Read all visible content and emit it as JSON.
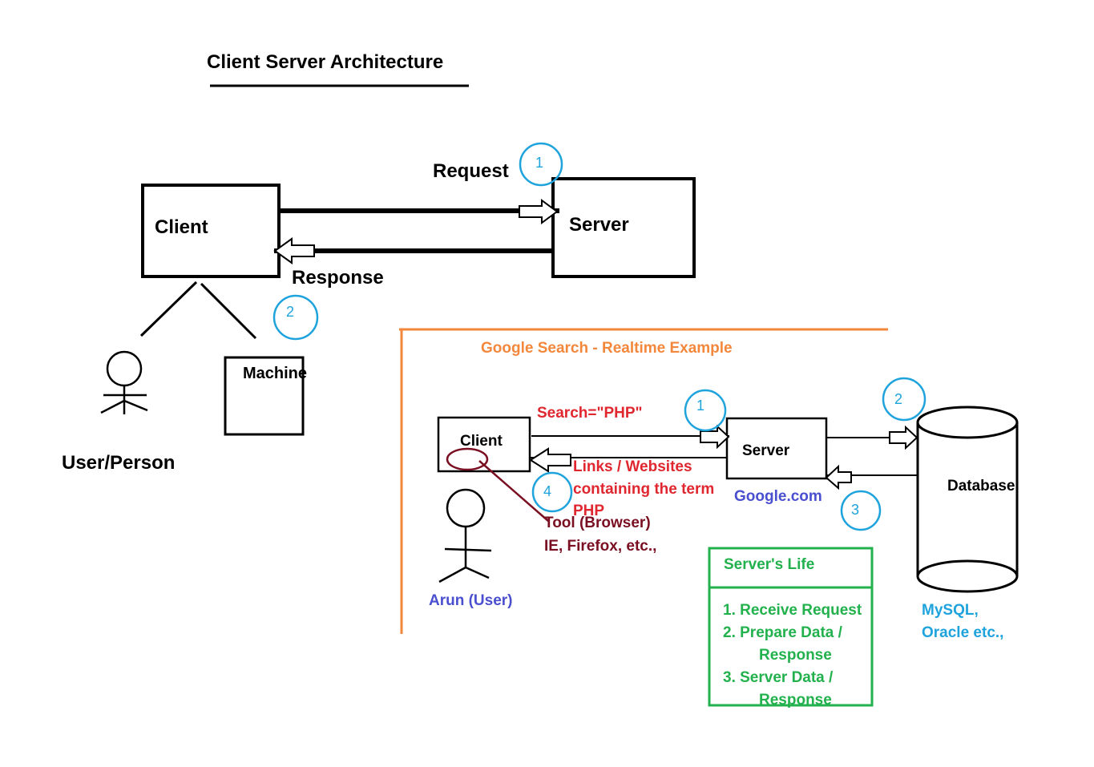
{
  "title": "Client Server Architecture",
  "top": {
    "client": "Client",
    "server": "Server",
    "request": "Request",
    "response": "Response",
    "step1": "1",
    "step2": "2",
    "machine": "Machine",
    "user_person": "User/Person"
  },
  "example": {
    "heading": "Google Search - Realtime Example",
    "client": "Client",
    "server": "Server",
    "database": "Database",
    "search_query": "Search=\"PHP\"",
    "links_line1": "Links / Websites",
    "links_line2": "containing the term",
    "links_line3": "PHP",
    "tool_line1": "Tool (Browser)",
    "tool_line2": "IE, Firefox, etc.,",
    "user": "Arun (User)",
    "server_site": "Google.com",
    "db_line1": "MySQL,",
    "db_line2": "Oracle etc.,",
    "step1": "1",
    "step2": "2",
    "step3": "3",
    "step4": "4"
  },
  "server_life": {
    "title": "Server's Life",
    "item1": "1. Receive Request",
    "item2a": "2. Prepare Data /",
    "item2b": "Response",
    "item3a": "3. Server Data /",
    "item3b": "Response"
  },
  "colors": {
    "ink": "#000000",
    "step_circle": "#1fa3dc",
    "orange": "#f3873b",
    "red": "#e0262f",
    "maroon": "#7a0f22",
    "blue": "#4a4fd0",
    "green": "#22b14c"
  }
}
